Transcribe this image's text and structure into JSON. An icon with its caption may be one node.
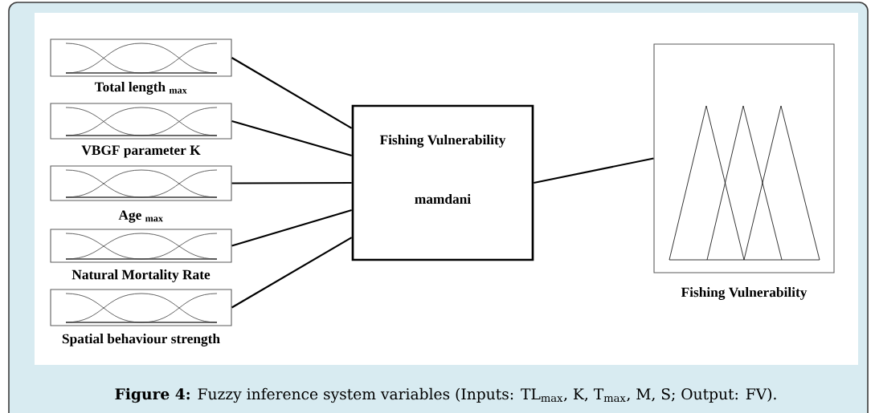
{
  "diagram": {
    "caption": "**Figure 4:** Fuzzy inference system variables (Inputs: TL$_{max}$, K, T$_{max}$, M, S; Output: FV).",
    "nodes": [
      {
        "text": [
          "Total length $_{max}$"
        ]
      },
      {
        "text": [
          "VBGF parameter K"
        ]
      },
      {
        "text": [
          "Age $_{max}$"
        ]
      },
      {
        "text": [
          "Natural Mortality Rate"
        ]
      },
      {
        "text": [
          "Spatial behaviour strength"
        ]
      },
      {
        "text": [
          "Fishing Vulnerability",
          "mamdani"
        ]
      },
      {
        "text": [
          "Fishing Vulnerability"
        ]
      }
    ],
    "edges": [
      {
        "from": 0,
        "to": 5,
        "arrow": "none"
      },
      {
        "from": 1,
        "to": 5,
        "arrow": "none"
      },
      {
        "from": 2,
        "to": 5,
        "arrow": "none"
      },
      {
        "from": 3,
        "to": 5,
        "arrow": "none"
      },
      {
        "from": 4,
        "to": 5,
        "arrow": "none"
      },
      {
        "from": 5,
        "to": 6,
        "arrow": "none"
      }
    ]
  }
}
